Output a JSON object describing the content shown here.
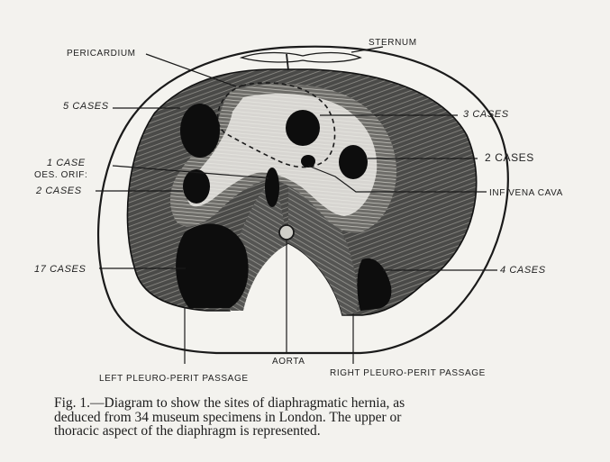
{
  "labels": {
    "pericardium": "PERICARDIUM",
    "sternum": "STERNUM",
    "five_cases": "5 CASES",
    "three_cases": "3 CASES",
    "one_case": "1 CASE",
    "oes_orif": "OES. ORIF:",
    "two_cases_left": "2 CASES",
    "two_cases_right": "2 CASES",
    "inf_vena_cava": "INF VENA CAVA",
    "seventeen_cases": "17 CASES",
    "four_cases": "4 CASES",
    "aorta": "AORTA",
    "left_passage": "LEFT PLEURO-PERIT PASSAGE",
    "right_passage": "RIGHT PLEURO-PERIT PASSAGE"
  },
  "caption": {
    "line1": "Fig. 1.—Diagram to show the sites of diaphragmatic hernia, as",
    "line2": "deduced from 34 museum specimens in London.  The upper or",
    "line3": "thoracic aspect of the diaphragm is represented."
  }
}
